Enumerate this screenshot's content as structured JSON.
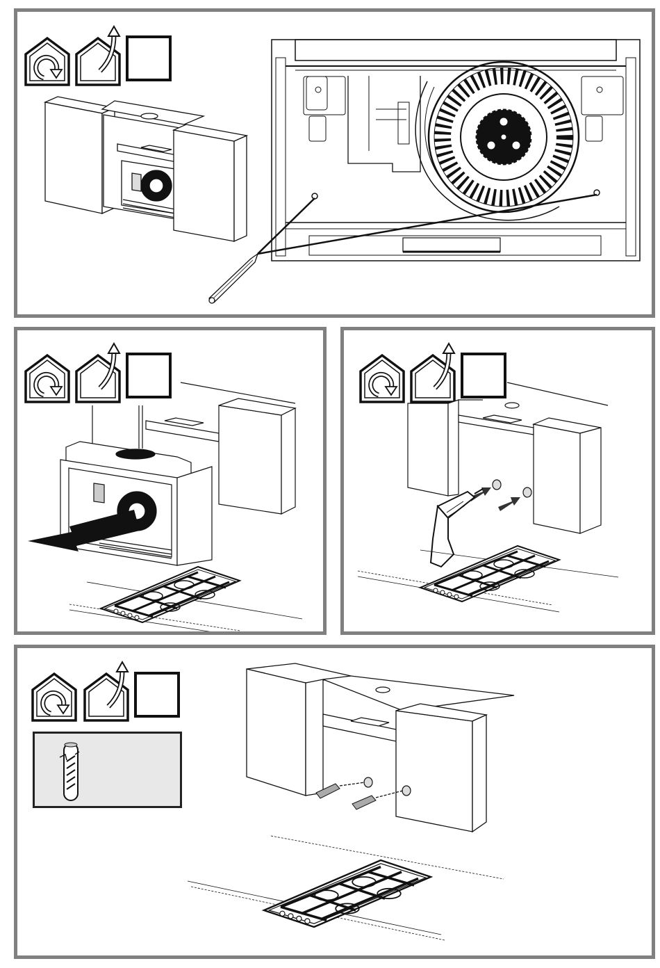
{
  "page": {
    "type": "installation-instructions",
    "colors": {
      "panel_border": "#808080",
      "line_art": "#1a1a1a",
      "info_box_fill": "#e8e8e8",
      "background": "#ffffff"
    }
  },
  "steps": [
    {
      "id": "step-1",
      "icons": [
        "recirculation-mode-icon",
        "extraction-mode-icon",
        "empty-checkbox"
      ],
      "illustrations": [
        "cabinet-with-hood-overview",
        "hood-front-view-fan",
        "pencil-marking-holes"
      ]
    },
    {
      "id": "step-2",
      "icons": [
        "recirculation-mode-icon",
        "extraction-mode-icon",
        "empty-checkbox"
      ],
      "illustrations": [
        "remove-hood-from-cabinet",
        "pull-out-arrow",
        "gas-hob"
      ]
    },
    {
      "id": "step-3",
      "icons": [
        "recirculation-mode-icon",
        "extraction-mode-icon",
        "empty-checkbox"
      ],
      "illustrations": [
        "cabinet-with-marked-holes",
        "drill-direction-arrows",
        "power-drill",
        "gas-hob"
      ]
    },
    {
      "id": "step-4",
      "icons": [
        "recirculation-mode-icon",
        "extraction-mode-icon",
        "empty-checkbox"
      ],
      "info_box": "wall-plug-icon",
      "illustrations": [
        "cabinet-with-holes",
        "wall-plugs-inserting",
        "gas-hob"
      ]
    }
  ]
}
